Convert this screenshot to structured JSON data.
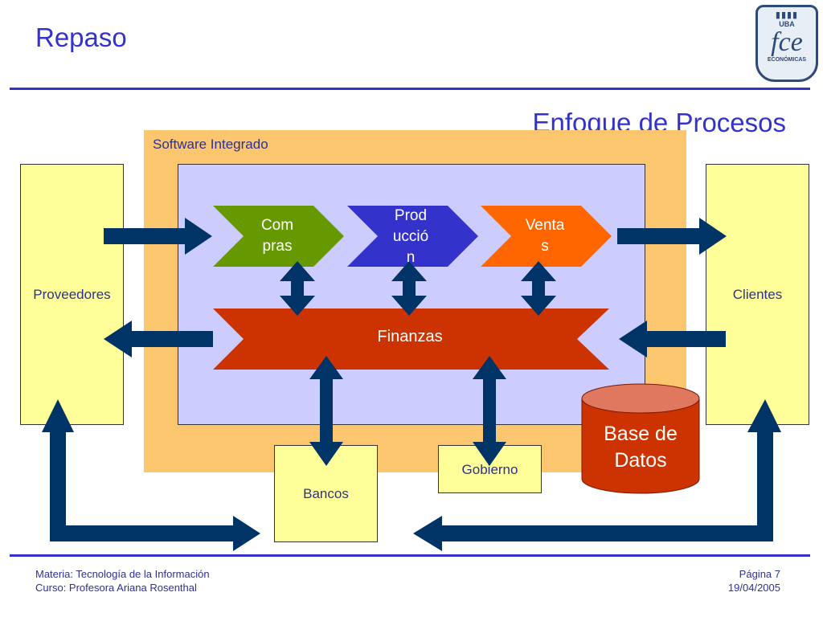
{
  "slide": {
    "title": "Repaso",
    "subtitle": "Enfoque de Procesos"
  },
  "logo": {
    "top_text": "UBA",
    "main_text": "fce",
    "bottom_text": "ECONÓMICAS"
  },
  "diagram": {
    "container_label": "Software Integrado",
    "suppliers": "Proveedores",
    "clients": "Clientes",
    "process_1": [
      "Com",
      "pras"
    ],
    "process_2": [
      "Prod",
      "ucció",
      "n"
    ],
    "process_3": [
      "Venta",
      "s"
    ],
    "finance": "Finanzas",
    "banks": "Bancos",
    "government": "Gobierno",
    "database": [
      "Base de",
      "Datos"
    ]
  },
  "footer": {
    "subject": "Materia: Tecnología de la Información",
    "course": "Curso: Profesora Ariana Rosenthal",
    "page": "Página 7",
    "date": "19/04/2005"
  },
  "colors": {
    "title": "#3333cc",
    "outer_frame": "#fcc66e",
    "inner_frame": "#ccccff",
    "side_box": "#ffff99",
    "compras": "#669900",
    "produccion": "#3333cc",
    "ventas": "#ff6600",
    "finanzas": "#cc3300",
    "arrow": "#003366",
    "database": "#cc3300"
  }
}
